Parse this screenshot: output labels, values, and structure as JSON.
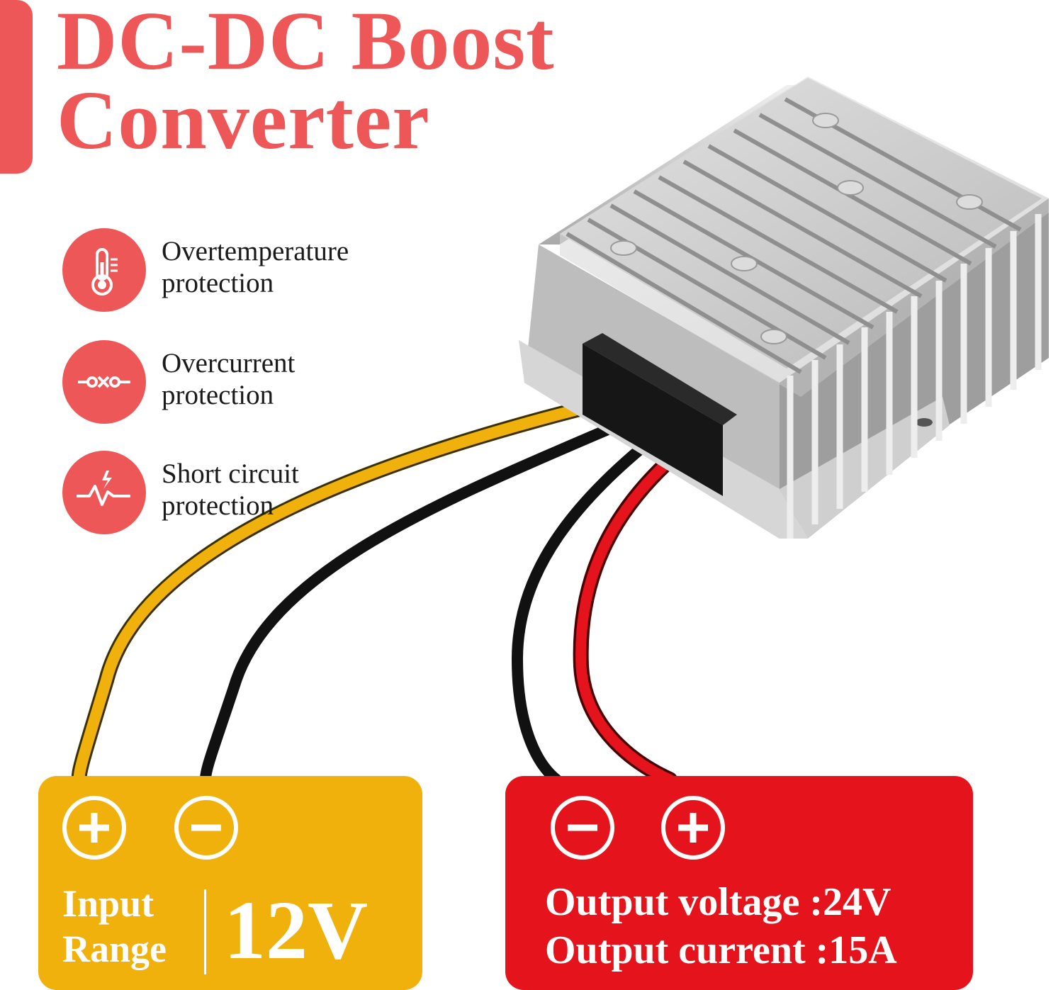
{
  "title": {
    "line1": "DC-DC Boost",
    "line2": "Converter"
  },
  "colors": {
    "accent": "#ee5757",
    "input_panel": "#f0b10c",
    "output_panel": "#e5141c",
    "heatsink": "#c8c8c8"
  },
  "features": [
    {
      "icon": "thermometer-icon",
      "line1": "Overtemperature",
      "line2": "protection"
    },
    {
      "icon": "overcurrent-icon",
      "line1": "Overcurrent",
      "line2": "protection"
    },
    {
      "icon": "short-circuit-icon",
      "line1": "Short circuit",
      "line2": "protection"
    }
  ],
  "input_panel": {
    "terminals": [
      "+",
      "−"
    ],
    "label_line1": "Input",
    "label_line2": "Range",
    "value": "12V"
  },
  "output_panel": {
    "terminals": [
      "−",
      "+"
    ],
    "voltage": "Output voltage :24V",
    "current": "Output current :15A"
  }
}
